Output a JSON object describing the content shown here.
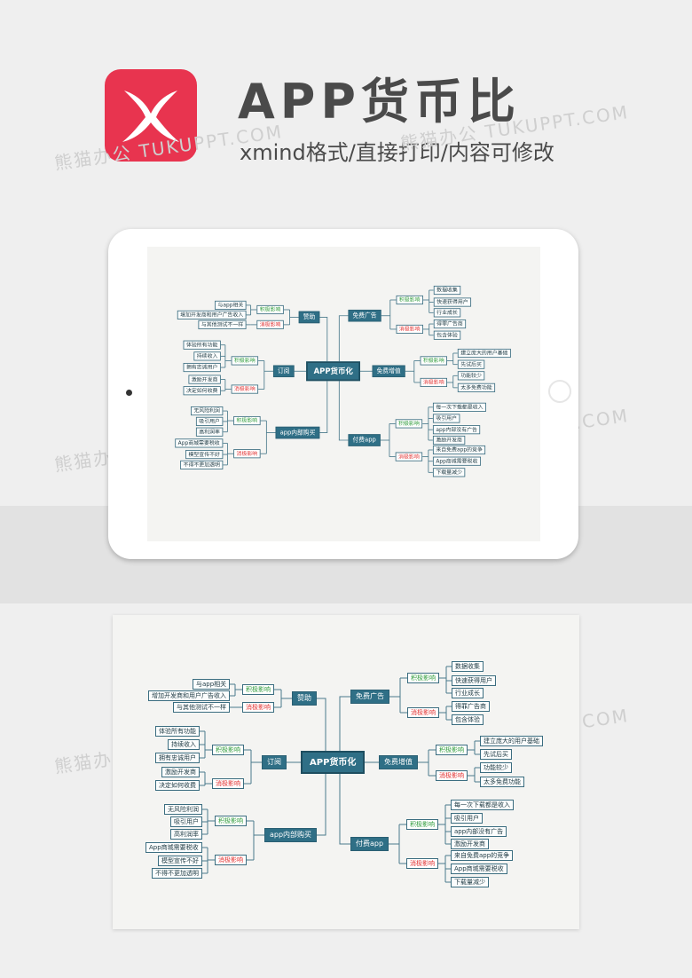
{
  "header": {
    "title": "APP货币比",
    "subtitle": "xmind格式/直接打印/内容可修改"
  },
  "watermark": "熊猫办公 TUKUPPT.COM",
  "mindmap": {
    "center": "APP货币化",
    "branches": {
      "zanzhu": {
        "label": "赞助",
        "pos": "积极影响",
        "neg": "消极影响",
        "pos_items": [
          "与app相关",
          "增加开发商和用户广告收入"
        ],
        "neg_items": [
          "与其他测试不一样"
        ]
      },
      "dingyue": {
        "label": "订阅",
        "pos": "积极影响",
        "neg": "消极影响",
        "pos_items": [
          "体验所有功能",
          "持续收入",
          "拥有忠诚用户"
        ],
        "neg_items": [
          "激励开发商",
          "决定如何收费"
        ]
      },
      "neigou": {
        "label": "app内部购买",
        "pos": "积极影响",
        "neg": "消极影响",
        "pos_items": [
          "无风险利润",
          "吸引用户",
          "高利润率"
        ],
        "neg_items": [
          "App商城需要税收",
          "模型宣传不好",
          "不得不更加透明"
        ]
      },
      "guanggao": {
        "label": "免费广告",
        "pos": "积极影响",
        "neg": "消极影响",
        "pos_items": [
          "数据收集",
          "快速获得用户",
          "行业成长"
        ],
        "neg_items": [
          "得罪广告商",
          "包含体验"
        ]
      },
      "zengzhi": {
        "label": "免费增值",
        "pos": "积极影响",
        "neg": "消极影响",
        "pos_items": [
          "建立庞大的用户基础",
          "先试后买"
        ],
        "neg_items": [
          "功能较少",
          "太多免费功能"
        ]
      },
      "fufei": {
        "label": "付费app",
        "pos": "积极影响",
        "neg": "消极影响",
        "pos_items": [
          "每一次下载都是收入",
          "吸引用户",
          "app内部没有广告",
          "激励开发商"
        ],
        "neg_items": [
          "来自免费app的竞争",
          "App商城需要税收",
          "下载量减少"
        ]
      }
    }
  }
}
